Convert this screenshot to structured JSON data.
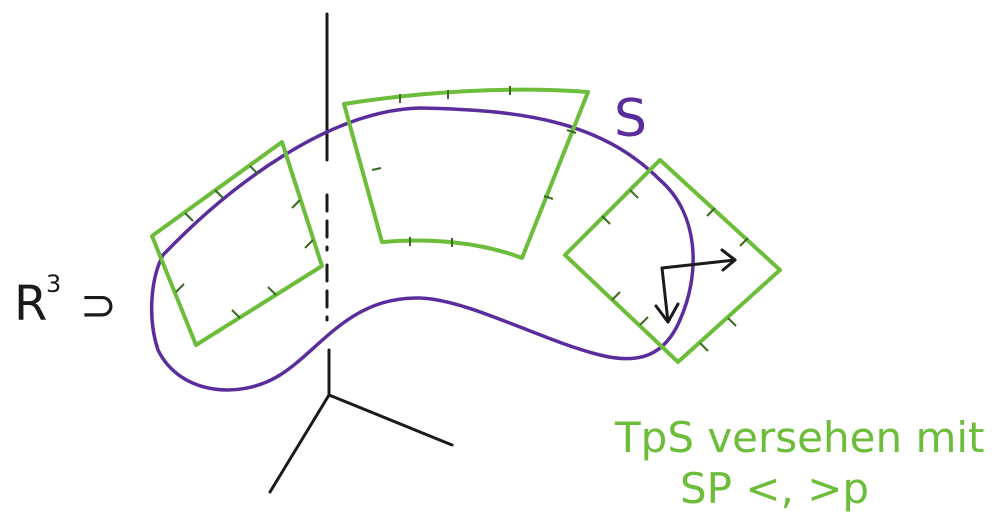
{
  "labels": {
    "ambient": "R",
    "ambient_exponent": "3",
    "ambient_symbol": "⊃",
    "surface": "S",
    "caption_line1": "TpS versehen mit",
    "caption_line2": "SP <, >p"
  },
  "colors": {
    "surface": "#5b2d9c",
    "patch": "#6cbd3a",
    "axes": "#1a1a1a",
    "caption": "#6cbd3a"
  },
  "icons": {
    "axes": "coordinate-axes-icon",
    "vectors": "tangent-vectors-icon"
  }
}
